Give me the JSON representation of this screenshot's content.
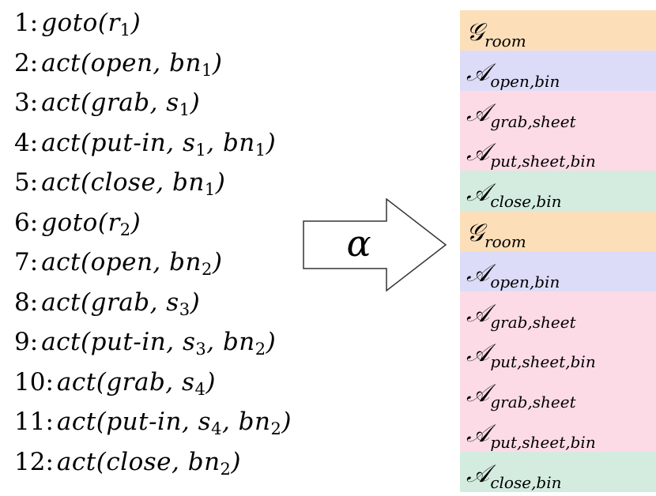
{
  "colors": {
    "goto": "#fcdfb9",
    "open": "#dcdcf8",
    "grab_put": "#fcdbe7",
    "close": "#d3ecdf"
  },
  "steps": [
    {
      "num": "1",
      "name": "goto",
      "args_before": "(",
      "sub_base": "r",
      "sub": "1",
      "args_after": ")"
    },
    {
      "num": "2",
      "name": "act",
      "args_before": "(open, ",
      "sub_base": "bn",
      "sub": "1",
      "args_after": ")"
    },
    {
      "num": "3",
      "name": "act",
      "args_before": "(grab, ",
      "sub_base": "s",
      "sub": "1",
      "args_after": ")"
    },
    {
      "num": "4",
      "name": "act",
      "args_before": "(put-in, ",
      "sub_base": "s",
      "sub": "1",
      "args_mid": ", ",
      "sub_base2": "bn",
      "sub2": "1",
      "args_after": ")"
    },
    {
      "num": "5",
      "name": "act",
      "args_before": "(close, ",
      "sub_base": "bn",
      "sub": "1",
      "args_after": ")"
    },
    {
      "num": "6",
      "name": "goto",
      "args_before": "(",
      "sub_base": "r",
      "sub": "2",
      "args_after": ")"
    },
    {
      "num": "7",
      "name": "act",
      "args_before": "(open, ",
      "sub_base": "bn",
      "sub": "2",
      "args_after": ")"
    },
    {
      "num": "8",
      "name": "act",
      "args_before": "(grab, ",
      "sub_base": "s",
      "sub": "3",
      "args_after": ")"
    },
    {
      "num": "9",
      "name": "act",
      "args_before": "(put-in, ",
      "sub_base": "s",
      "sub": "3",
      "args_mid": ", ",
      "sub_base2": "bn",
      "sub2": "2",
      "args_after": ")"
    },
    {
      "num": "10",
      "name": "act",
      "args_before": "(grab, ",
      "sub_base": "s",
      "sub": "4",
      "args_after": ")"
    },
    {
      "num": "11",
      "name": "act",
      "args_before": "(put-in, ",
      "sub_base": "s",
      "sub": "4",
      "args_mid": ", ",
      "sub_base2": "bn",
      "sub2": "2",
      "args_after": ")"
    },
    {
      "num": "12",
      "name": "act",
      "args_before": "(close, ",
      "sub_base": "bn",
      "sub": "2",
      "args_after": ")"
    }
  ],
  "arrow_label": "α",
  "sequence": [
    {
      "symbol": "𝒢",
      "sub": "room",
      "kind": "goto"
    },
    {
      "symbol": "𝒜",
      "sub": "open,bin",
      "kind": "open"
    },
    {
      "symbol": "𝒜",
      "sub": "grab,sheet",
      "kind": "grab_put"
    },
    {
      "symbol": "𝒜",
      "sub": "put,sheet,bin",
      "kind": "grab_put"
    },
    {
      "symbol": "𝒜",
      "sub": "close,bin",
      "kind": "close"
    },
    {
      "symbol": "𝒢",
      "sub": "room",
      "kind": "goto"
    },
    {
      "symbol": "𝒜",
      "sub": "open,bin",
      "kind": "open"
    },
    {
      "symbol": "𝒜",
      "sub": "grab,sheet",
      "kind": "grab_put"
    },
    {
      "symbol": "𝒜",
      "sub": "put,sheet,bin",
      "kind": "grab_put"
    },
    {
      "symbol": "𝒜",
      "sub": "grab,sheet",
      "kind": "grab_put"
    },
    {
      "symbol": "𝒜",
      "sub": "put,sheet,bin",
      "kind": "grab_put"
    },
    {
      "symbol": "𝒜",
      "sub": "close,bin",
      "kind": "close"
    }
  ]
}
